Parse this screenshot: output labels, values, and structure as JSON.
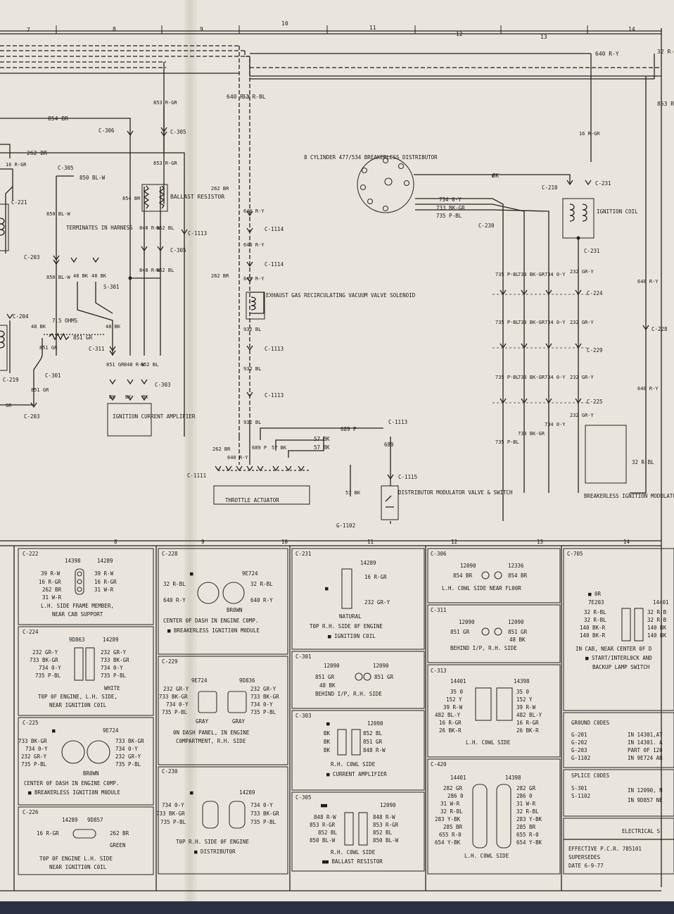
{
  "grid": {
    "top": [
      "7",
      "8",
      "9",
      "10",
      "11",
      "12",
      "13",
      "14"
    ],
    "middle": [
      "8",
      "9",
      "10",
      "11",
      "12",
      "13",
      "14"
    ]
  },
  "schematic": {
    "wires": [
      "640 R-Y",
      "640 R-Y",
      "32 R-BL",
      "32 R-BL",
      "853 R-GR",
      "854 BR",
      "262 BR",
      "850 BL-W",
      "16 R-GR",
      "16 R-GR",
      "854 BR",
      "848 R-W",
      "852 BL",
      "848 R-W",
      "852 BL",
      "262 BR",
      "262 BR",
      "850 BL-W",
      "48 BK",
      "48 BK",
      "7.5 OHMS",
      "851 GR",
      "48 BK",
      "48 BK",
      "851 GR",
      "851 GR",
      "848 R-W",
      "852 BL",
      "851 GR",
      "GR",
      "640 R-Y",
      "640 R-Y",
      "640 R-Y",
      "932 BL",
      "932 BL",
      "932 BL",
      "689 P",
      "689 P",
      "57 BK",
      "57 BK",
      "57 BK",
      "262 BR",
      "640 R-Y",
      "689",
      "57 BK",
      "BK",
      "734 0-Y",
      "733 BK-GR",
      "735 P-BL",
      "735 P-BL",
      "733 BK-GR",
      "734 0-Y",
      "232 GR-Y",
      "640 R-Y",
      "232 GR-Y",
      "640 R-Y",
      "32 R-BL",
      "BK",
      "BK",
      "BK",
      "853 R-GR"
    ],
    "connectors": [
      "C-306",
      "C-305",
      "C-305",
      "C-1113",
      "C-1114",
      "C-1114",
      "C-1113",
      "C-203",
      "C-203",
      "C-204",
      "C-311",
      "C-301",
      "C-303",
      "C-219",
      "C-221",
      "S-301",
      "C-305",
      "C-1113",
      "C-1115",
      "C-1111",
      "C-210",
      "C-231",
      "C-231",
      "C-230",
      "C-224",
      "C-229",
      "C-225",
      "C-228",
      "G-1102"
    ],
    "components": {
      "ballast": "BALLAST RESISTOR",
      "terminates": "TERMINATES IN HARNESS",
      "distributor": "8 CYLINDER 477/534 BREAKERLESS DISTRIBUTOR",
      "coil": "IGNITION COIL",
      "egr": "EXHAUST GAS RECIRCULATING VACUUM VALVE SOLENOID",
      "amplifier": "IGNITION CURRENT AMPLIFIER",
      "throttle": "THROTTLE ACTUATOR",
      "modswitch": "DISTRIBUTOR MODULATOR VALVE & SWITCH",
      "module": "BREAKERLESS IGNITION MODULATOR"
    }
  },
  "table": {
    "c222": {
      "id": "C-222",
      "nums": [
        "14398",
        "14289"
      ],
      "left": [
        "39 R-W",
        "16 R-GR",
        "262 BR",
        "31 W-R"
      ],
      "right": [
        "39 R-W",
        "16 R-GR",
        "31 W-R"
      ],
      "note": [
        "L.H. SIDE FRAME MEMBER,",
        "NEAR CAB SUPPORT"
      ]
    },
    "c224": {
      "id": "C-224",
      "nums": [
        "9D863",
        "14289"
      ],
      "left": [
        "232 GR-Y",
        "733 BK-GR",
        "734 0-Y",
        "735 P-BL"
      ],
      "right": [
        "232 GR-Y",
        "733 BK-GR",
        "734 0-Y",
        "735 P-BL"
      ],
      "extra": "WHITE",
      "note": [
        "T0P 0F ENGINE, L.H. SIDE,",
        "NEAR IGNITI0N C0IL"
      ]
    },
    "c225": {
      "id": "C-225",
      "mark": "■",
      "nums": [
        "9E724"
      ],
      "left": [
        "733 BK-GR",
        "734 0-Y",
        "232 GR-Y",
        "735 P-BL"
      ],
      "right": [
        "733 BK-GR",
        "734 0-Y",
        "232 GR-Y",
        "735 P-BL"
      ],
      "extra": "BR0WN",
      "note": [
        "CENTER 0F DASH IN ENGINE C0MP.",
        "■ BREAKERLESS IGNITI0N M0DULE"
      ]
    },
    "c226": {
      "id": "C-226",
      "nums": [
        "14289",
        "9D857"
      ],
      "left": [
        "16 R-GR"
      ],
      "right": [
        "262 BR"
      ],
      "extra": "GREEN",
      "note": [
        "T0P 0F ENGINE L.H. SIDE",
        "NEAR IGNITI0N C0IL"
      ]
    },
    "c228": {
      "id": "C-228",
      "mark": "■",
      "nums": [
        "9E724"
      ],
      "left": [
        "32 R-BL",
        "640 R-Y"
      ],
      "right": [
        "32 R-BL",
        "640 R-Y"
      ],
      "extra": "BR0WN",
      "note": [
        "CENTER 0F DASH IN ENGINE C0MP.",
        "■ BREAKERLESS IGNITI0N M0DULE"
      ]
    },
    "c229": {
      "id": "C-229",
      "nums": [
        "9E724",
        "9D836"
      ],
      "left": [
        "232 GR-Y",
        "733 BK-GR",
        "734 0-Y",
        "735 P-BL"
      ],
      "right": [
        "232 GR-Y",
        "733 BK-GR",
        "734 0-Y",
        "735 P-BL"
      ],
      "extra": [
        "GRAY",
        "GRAY"
      ],
      "note": [
        "0N DASH PANEL, IN ENGINE",
        "C0MPARTMENT, R.H. SIDE"
      ]
    },
    "c230": {
      "id": "C-230",
      "mark": "■",
      "nums": [
        "14289"
      ],
      "left": [
        "734 0-Y",
        "733 BK-GR",
        "735 P-BL"
      ],
      "right": [
        "734 0-Y",
        "733 BK-GR",
        "735 P-BL"
      ],
      "note": [
        "T0P R.H. SIDE 0F ENGINE",
        "■ DISTRIBUT0R"
      ]
    },
    "c231": {
      "id": "C-231",
      "mark": "■",
      "nums": [
        "14289"
      ],
      "right": [
        "16 R-GR",
        "232 GR-Y"
      ],
      "extra": "NATURAL",
      "note": [
        "T0P R.H. SIDE 0F ENGINE",
        "■ IGNITI0N C0IL"
      ]
    },
    "c301": {
      "id": "C-301",
      "nums": [
        "12090",
        "12090"
      ],
      "left": [
        "851 GR",
        "48 BK"
      ],
      "right": [
        "851 GR"
      ],
      "note": [
        "BEHIND I/P, R.H. SIDE"
      ]
    },
    "c303": {
      "id": "C-303",
      "mark": "■",
      "nums": [
        "12090"
      ],
      "left": [
        "BK",
        "BK",
        "BK"
      ],
      "right": [
        "852 BL",
        "851 GR",
        "848 R-W"
      ],
      "note": [
        "R.H. C0WL SIDE",
        "■ CURRENT AMPLIFIER"
      ]
    },
    "c305": {
      "id": "C-305",
      "mark": "■■",
      "nums": [
        "12090"
      ],
      "left": [
        "848 R-W",
        "853 R-GR",
        "852 BL",
        "850 BL-W"
      ],
      "right": [
        "848 R-W",
        "853 R-GR",
        "852 BL",
        "850 BL-W"
      ],
      "note": [
        "R.H. C0WL SIDE",
        "■■ BALLAST RESIST0R"
      ]
    },
    "c306": {
      "id": "C-306",
      "nums": [
        "12090",
        "12336"
      ],
      "left": [
        "854 BR"
      ],
      "right": [
        "854 BR"
      ],
      "note": [
        "L.H. C0WL SIDE NEAR FL00R"
      ]
    },
    "c311": {
      "id": "C-311",
      "nums": [
        "12090",
        "12090"
      ],
      "left": [
        "851 GR"
      ],
      "right": [
        "851 GR",
        "48 BK"
      ],
      "note": [
        "BEHIND I/P, R.H. SIDE"
      ]
    },
    "c313": {
      "id": "C-313",
      "nums": [
        "14401",
        "14398"
      ],
      "left": [
        "35 0",
        "152 Y",
        "39 R-W",
        "482 BL-Y",
        "16 R-GR",
        "26 BK-R"
      ],
      "right": [
        "35 0",
        "152 Y",
        "39 R-W",
        "482 BL-Y",
        "16 R-GR",
        "26 BK-R"
      ],
      "note": [
        "L.H. C0WL SIDE"
      ]
    },
    "c420": {
      "id": "C-420",
      "nums": [
        "14401",
        "14398"
      ],
      "left": [
        "282 GR",
        "286 0",
        "31 W-R",
        "32 R-BL",
        "283 Y-BK",
        "285 BR",
        "655 R-0",
        "654 Y-BK"
      ],
      "right": [
        "282 GR",
        "286 0",
        "31 W-R",
        "32 R-BL",
        "283 Y-BK",
        "285 BR",
        "655 R-0",
        "654 Y-BK"
      ],
      "note": [
        "L.H. C0WL SIDE"
      ]
    },
    "c705": {
      "id": "C-705",
      "mark": "■ 0R",
      "nums": [
        "7E203",
        "14401"
      ],
      "left": [
        "32 R-BL",
        "32 R-BL",
        "140 BK-R",
        "140 BK-R"
      ],
      "right": [
        "32 R-B",
        "32 R-B",
        "140 BK",
        "140 BK"
      ],
      "note": [
        "IN CAB, NEAR CENTER 0F D",
        "■ START/INTERL0CK AND",
        "BACKUP LAMP SWITCH"
      ]
    },
    "ground": {
      "title": "GR0UND C0DES",
      "codes": [
        "G-201",
        "G-202",
        "G-203",
        "G-1102"
      ],
      "desc": [
        "IN 14301,AT",
        "IN 14301. A",
        "PART 0F 120",
        "IN 9E724 AB"
      ]
    },
    "splice": {
      "title": "SPLICE C0DES",
      "codes": [
        "S-301",
        "S-1102"
      ],
      "desc": [
        "IN 12090, N",
        "IN 9D857 NE"
      ]
    },
    "footer": {
      "title": "ELECTRICAL S",
      "lines": [
        "EFFECTIVE P.C.R. 785101",
        "SUPERSEDES",
        "DATE 6-9-77"
      ]
    }
  }
}
